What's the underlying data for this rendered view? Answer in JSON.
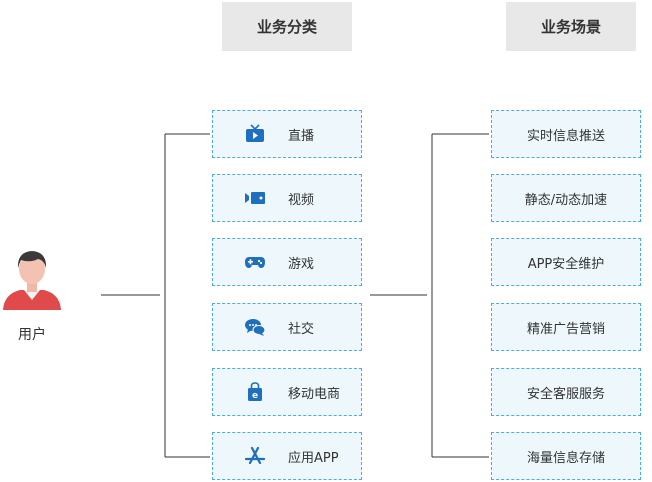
{
  "headers": {
    "category": "业务分类",
    "scenario": "业务场景"
  },
  "user": {
    "label": "用户"
  },
  "categories": [
    {
      "label": "直播",
      "icon": "tv-icon"
    },
    {
      "label": "视频",
      "icon": "video-camera-icon"
    },
    {
      "label": "游戏",
      "icon": "gamepad-icon"
    },
    {
      "label": "社交",
      "icon": "chat-bubbles-icon"
    },
    {
      "label": "移动电商",
      "icon": "shopping-bag-icon"
    },
    {
      "label": "应用APP",
      "icon": "app-store-icon"
    }
  ],
  "scenarios": [
    {
      "label": "实时信息推送"
    },
    {
      "label": "静态/动态加速"
    },
    {
      "label": "APP安全维护"
    },
    {
      "label": "精准广告营销"
    },
    {
      "label": "安全客服服务"
    },
    {
      "label": "海量信息存储"
    }
  ],
  "colors": {
    "icon": "#1e6fbd",
    "box_border": "#4aaedc",
    "box_fill": "#eef8fc",
    "header_fill": "#e8e8e8",
    "line": "#333333"
  }
}
